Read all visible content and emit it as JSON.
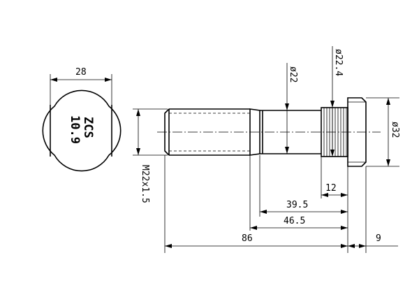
{
  "end_view": {
    "width_dim": "28",
    "marking_top": "ZCS",
    "marking_bottom": "10.9"
  },
  "side_view": {
    "thread_label": "M22x1.5",
    "shank_diameter": "ø22",
    "knurl_diameter": "ø22.4",
    "head_diameter": "ø32"
  },
  "dimensions": {
    "knurl_length": "12",
    "dim_39_5": "39.5",
    "dim_46_5": "46.5",
    "overall_length": "86",
    "head_length": "9"
  }
}
